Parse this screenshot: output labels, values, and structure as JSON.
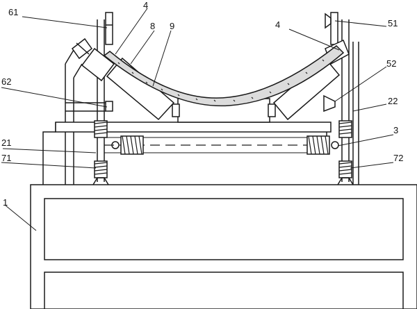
{
  "labels": {
    "l61": "61",
    "l4a": "4",
    "l8": "8",
    "l9": "9",
    "l4b": "4",
    "l51": "51",
    "l62": "62",
    "l52": "52",
    "l22": "22",
    "l21": "21",
    "l3": "3",
    "l71": "71",
    "l72": "72",
    "l1": "1"
  }
}
